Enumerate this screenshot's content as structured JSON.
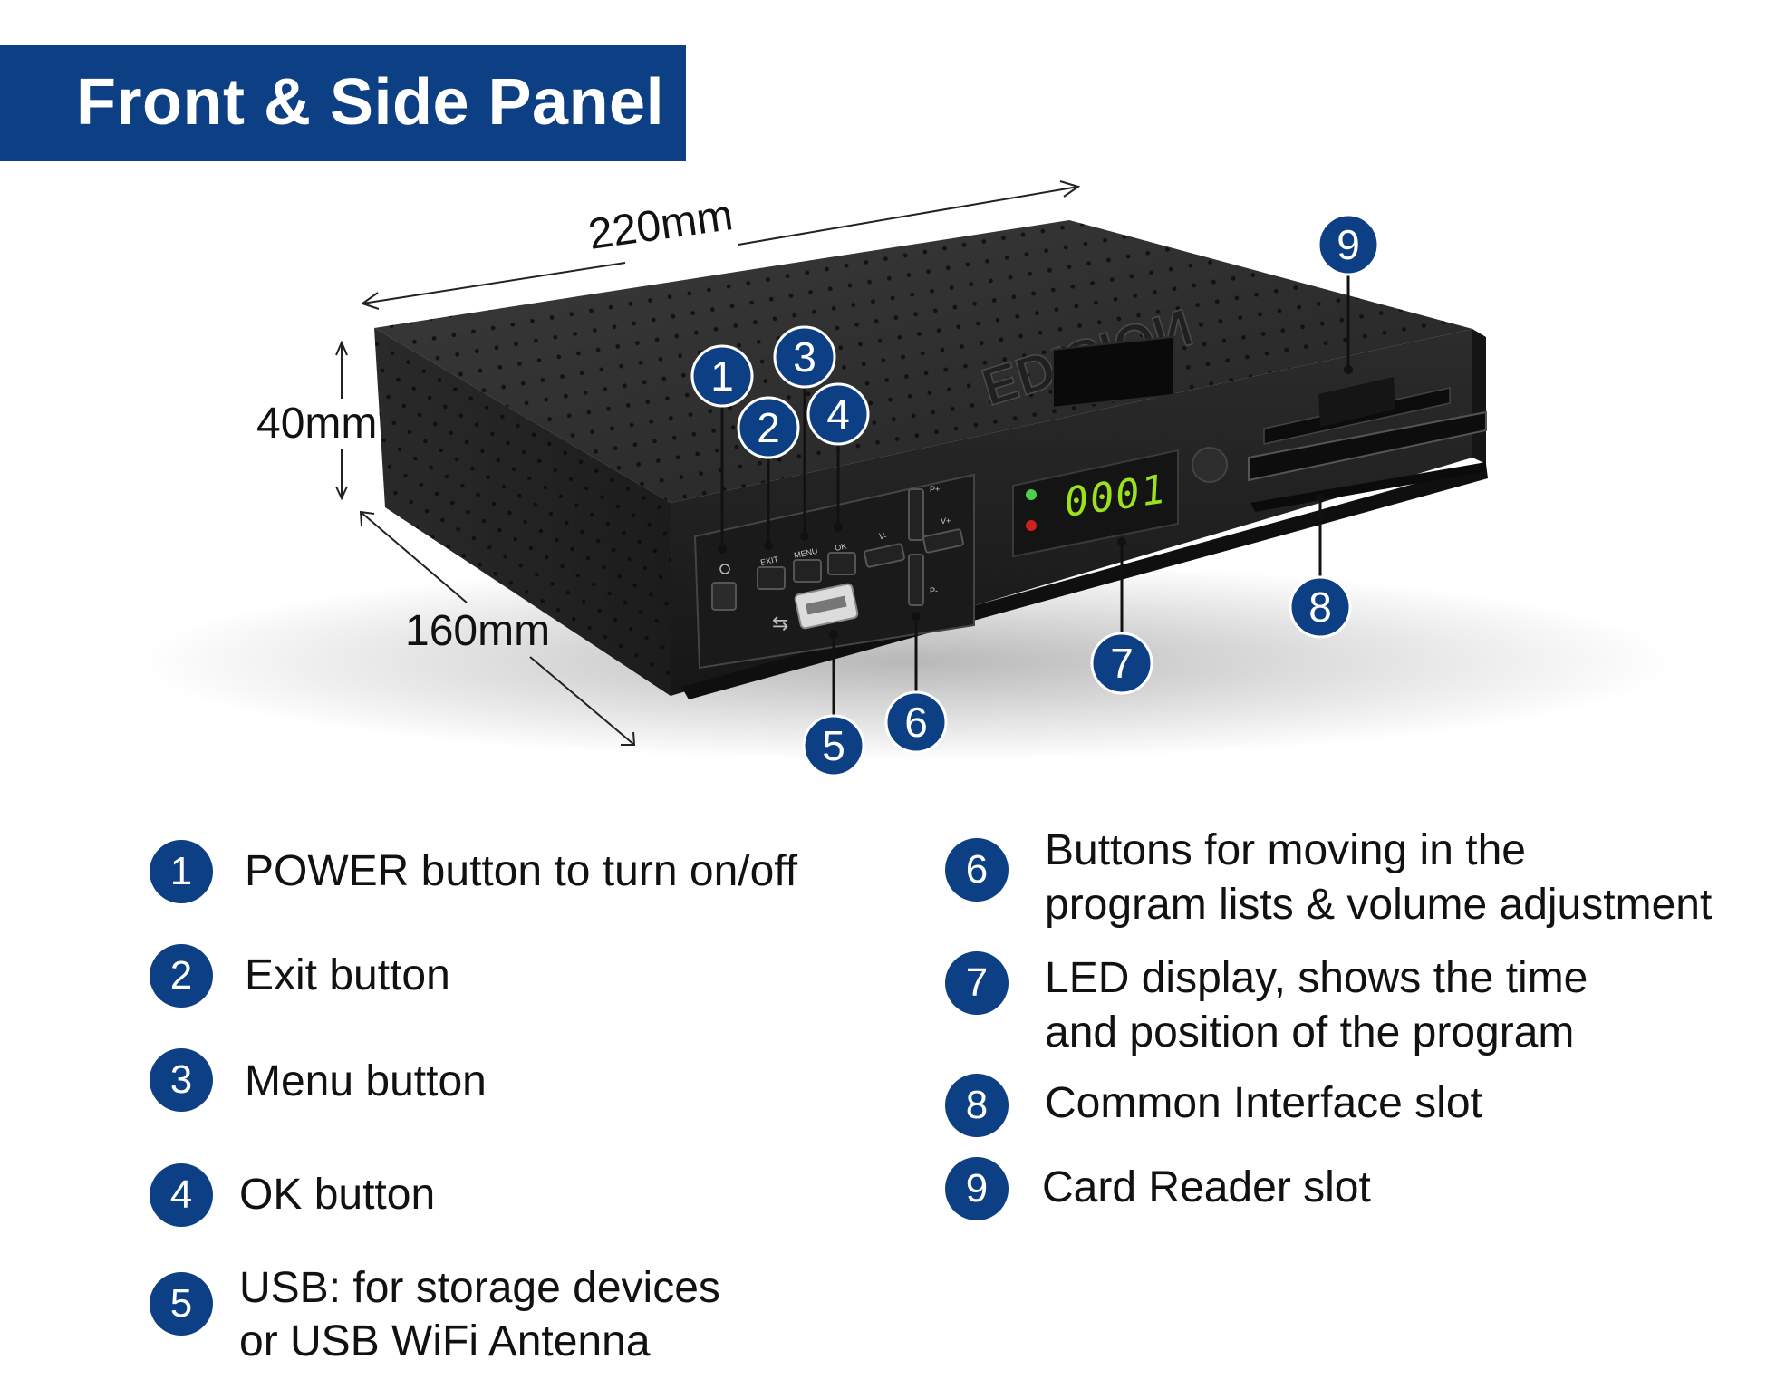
{
  "header": {
    "title": "Front & Side Panel"
  },
  "dimensions": {
    "width": "220mm",
    "height": "40mm",
    "depth": "160mm"
  },
  "device": {
    "brand": "EDISION",
    "display_value": "0001",
    "button_labels": [
      "EXIT",
      "MENU",
      "OK",
      "P+",
      "V-",
      "V+",
      "P-"
    ]
  },
  "callouts": [
    "1",
    "2",
    "3",
    "4",
    "5",
    "6",
    "7",
    "8",
    "9"
  ],
  "legend": [
    {
      "num": "1",
      "lines": [
        "POWER button to turn on/off"
      ]
    },
    {
      "num": "2",
      "lines": [
        "Exit button"
      ]
    },
    {
      "num": "3",
      "lines": [
        "Menu button"
      ]
    },
    {
      "num": "4",
      "lines": [
        "OK button"
      ]
    },
    {
      "num": "5",
      "lines": [
        "USB: for storage devices",
        "or USB WiFi Antenna"
      ]
    },
    {
      "num": "6",
      "lines": [
        "Buttons for moving in the",
        "program lists & volume adjustment"
      ]
    },
    {
      "num": "7",
      "lines": [
        "LED display, shows the time",
        "and position of the program"
      ]
    },
    {
      "num": "8",
      "lines": [
        "Common Interface slot"
      ]
    },
    {
      "num": "9",
      "lines": [
        "Card Reader slot"
      ]
    }
  ],
  "colors": {
    "accent": "#0d3f84",
    "led_green": "#9be21d",
    "device_body": "#2a2a2a"
  }
}
